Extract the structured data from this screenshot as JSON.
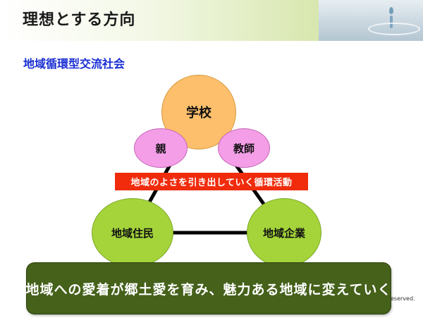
{
  "slide": {
    "title": "理想とする方向",
    "subtitle": "地域循環型交流社会"
  },
  "diagram": {
    "nodes": {
      "school": "学校",
      "parent": "親",
      "teacher": "教師",
      "residents": "地域住民",
      "companies": "地域企業"
    },
    "cycle_label": "地域のよさを引き出していく循環活動",
    "vision": "地域への愛着が郷土愛を育み、魅力ある地域に変えていく"
  },
  "footer": {
    "copyright_fragment": "eserved."
  },
  "colors": {
    "school": "#fdbf6b",
    "pink": "#f49ee8",
    "green": "#a4d43a",
    "banner": "#f02c0c",
    "vision_box": "#45611a",
    "subtitle": "#1a2fd4"
  },
  "icons": {
    "header_image": "water-drop-image"
  }
}
